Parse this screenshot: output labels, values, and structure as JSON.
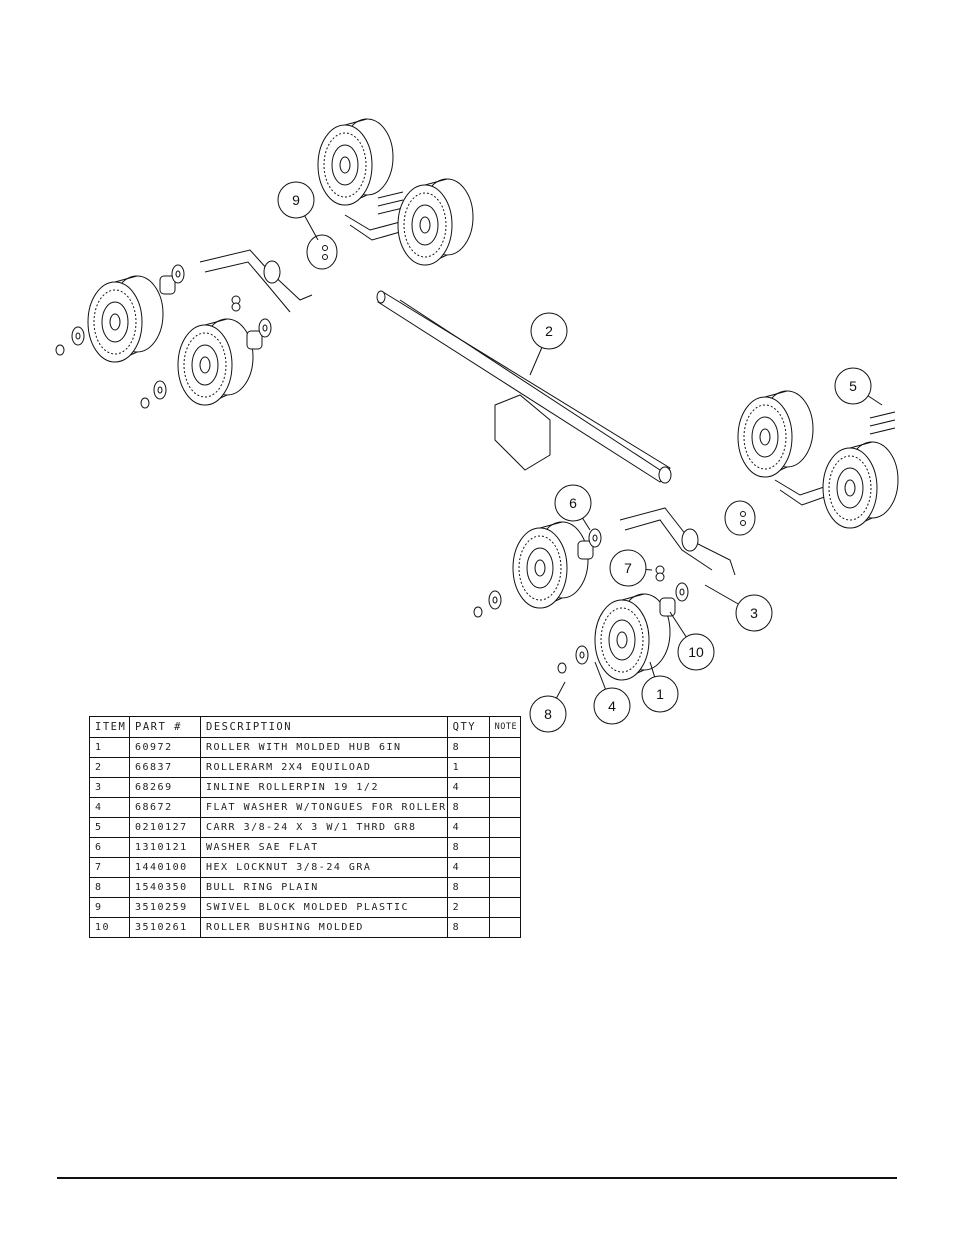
{
  "balloons": [
    "1",
    "2",
    "3",
    "4",
    "5",
    "6",
    "7",
    "8",
    "9",
    "10"
  ],
  "table": {
    "headers": {
      "item": "ITEM",
      "part": "PART #",
      "description": "DESCRIPTION",
      "qty": "QTY",
      "note": "NOTE"
    },
    "rows": [
      {
        "item": "1",
        "part": "60972",
        "description": "ROLLER WITH MOLDED HUB  6IN",
        "qty": "8",
        "note": ""
      },
      {
        "item": "2",
        "part": "66837",
        "description": "ROLLERARM  2X4 EQUILOAD",
        "qty": "1",
        "note": ""
      },
      {
        "item": "3",
        "part": "68269",
        "description": "INLINE ROLLERPIN 19 1/2",
        "qty": "4",
        "note": ""
      },
      {
        "item": "4",
        "part": "68672",
        "description": "FLAT WASHER W/TONGUES FOR ROLLER",
        "qty": "8",
        "note": ""
      },
      {
        "item": "5",
        "part": "0210127",
        "description": "CARR 3/8-24 X 3 W/1 THRD GR8",
        "qty": "4",
        "note": ""
      },
      {
        "item": "6",
        "part": "1310121",
        "description": "WASHER SAE FLAT",
        "qty": "8",
        "note": ""
      },
      {
        "item": "7",
        "part": "1440100",
        "description": "HEX LOCKNUT 3/8-24 GRA",
        "qty": "4",
        "note": ""
      },
      {
        "item": "8",
        "part": "1540350",
        "description": "BULL RING PLAIN",
        "qty": "8",
        "note": ""
      },
      {
        "item": "9",
        "part": "3510259",
        "description": "SWIVEL BLOCK MOLDED PLASTIC",
        "qty": "2",
        "note": ""
      },
      {
        "item": "10",
        "part": "3510261",
        "description": "ROLLER BUSHING MOLDED",
        "qty": "8",
        "note": ""
      }
    ]
  }
}
